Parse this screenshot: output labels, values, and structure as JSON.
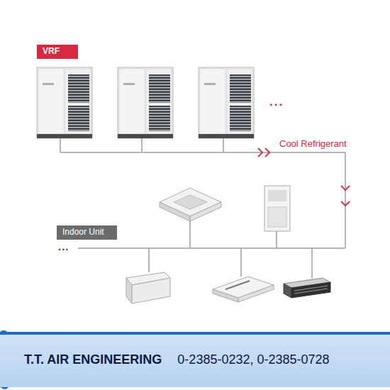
{
  "diagram": {
    "nodes": [
      {
        "text": [
          "VRF"
        ]
      },
      {
        "text": [
          "Indoor Unit"
        ]
      },
      {
        "text": [
          "T.T. AIR ENGINEERING",
          "0-2385-0232, 0-2385-0728"
        ]
      }
    ],
    "labels": [
      "...",
      "Cool Refrigerant",
      "..."
    ]
  }
}
